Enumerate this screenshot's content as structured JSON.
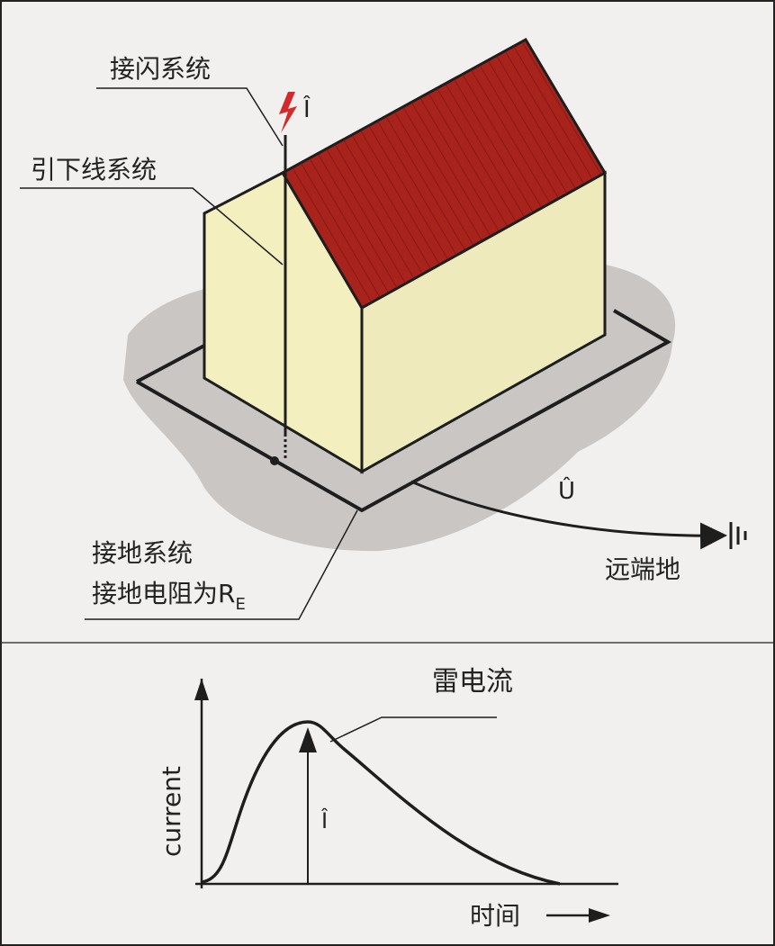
{
  "diagram": {
    "labels": {
      "air_termination": "接闪系统",
      "peak_current_symbol": "Î",
      "down_conductor": "引下线系统",
      "earthing_system": "接地系统",
      "earth_resistance_prefix": "接地电阻为R",
      "earth_resistance_subscript": "E",
      "voltage_symbol": "Û",
      "remote_earth": "远端地"
    },
    "colors": {
      "roof": "#a8231c",
      "wall": "#f4efbf",
      "ground": "#c9c6c4",
      "lightning": "#d4282a",
      "line": "#1e1e1e"
    }
  },
  "waveform": {
    "title": "雷电流",
    "ylabel": "current",
    "xlabel": "时间",
    "peak_symbol": "Î"
  }
}
